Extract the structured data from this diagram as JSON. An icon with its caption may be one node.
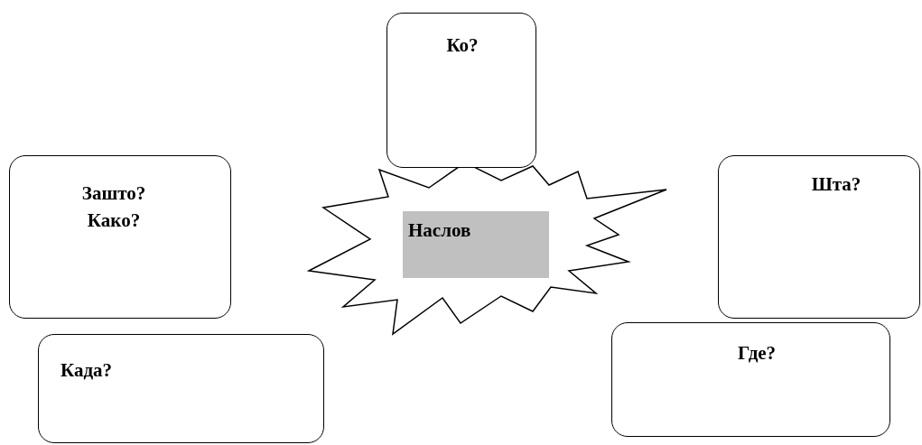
{
  "diagram": {
    "nodes": [
      {
        "text": [
          "Ко?"
        ]
      },
      {
        "text": [
          "Зашто? Како?"
        ]
      },
      {
        "text": [],
        "shape": "star"
      },
      {
        "text": [
          "Наслов"
        ],
        "in": 2
      },
      {
        "text": [
          "Шта?"
        ]
      },
      {
        "text": [
          "Где?"
        ]
      },
      {
        "text": [
          "Када?"
        ]
      }
    ]
  }
}
